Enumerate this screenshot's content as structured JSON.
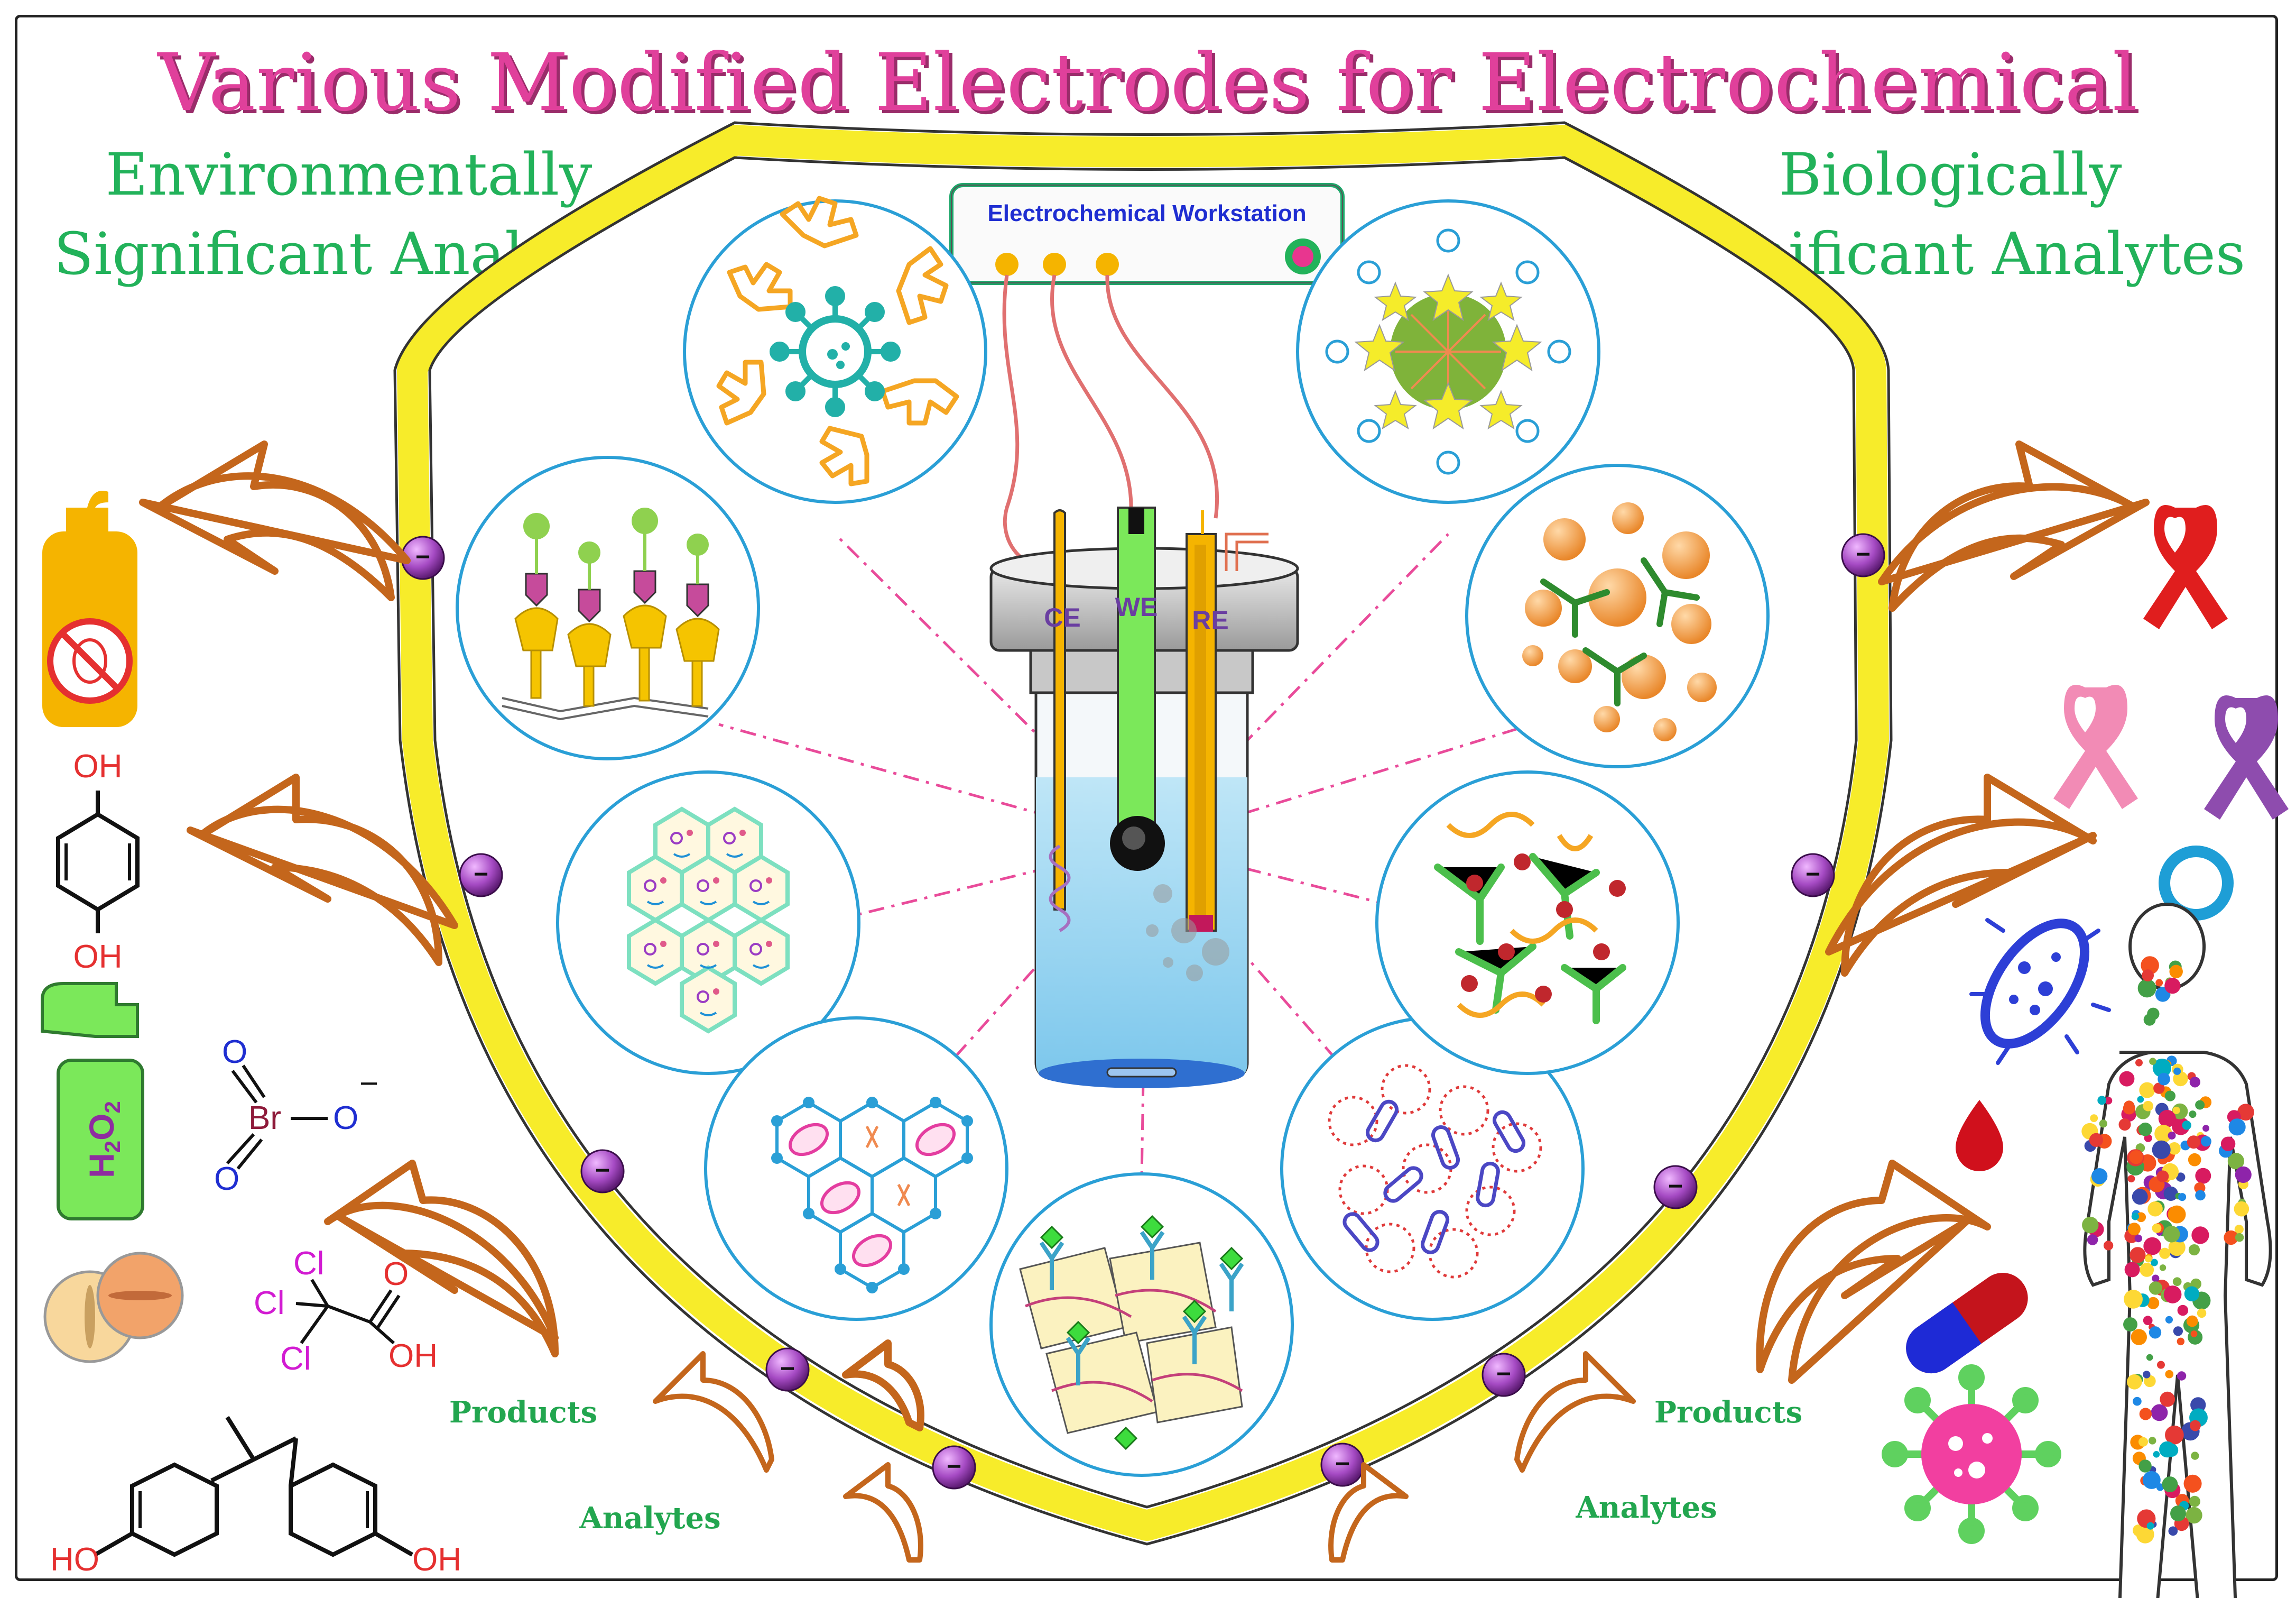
{
  "title": "Various Modified Electrodes for Electrochemical Biosensing",
  "left_heading": {
    "line1": "Environmentally",
    "line2": "Significant Analytes"
  },
  "right_heading": {
    "line1": "Biologically",
    "line2": "Significant Analytes"
  },
  "workstation": {
    "label": "Electrochemical Workstation"
  },
  "electrodes": {
    "ce": "CE",
    "we": "WE",
    "re": "RE"
  },
  "flow_labels": {
    "products_left": "Products",
    "analytes_left": "Analytes",
    "products_right": "Products",
    "analytes_right": "Analytes"
  },
  "chem_labels": {
    "oh": "OH",
    "h2o2": "H",
    "h2o2_sub1": "2",
    "h2o2_o": "O",
    "h2o2_sub2": "2",
    "bromate_o": "O",
    "bromate_br": "Br",
    "bromate_charge": "−",
    "tca_cl": "Cl",
    "tca_o": "O",
    "tca_oh": "OH",
    "bpa_ho": "HO",
    "bpa_oh": "OH"
  },
  "charge_symbol": "−",
  "colors": {
    "title": "#e0409b",
    "heading": "#22b25a",
    "shield_border": "#f7ec2a",
    "circle_border": "#2a9fd6",
    "arrow": "#c4661c",
    "charge_ball": "#a64bc4",
    "dashed_line": "#e94b9a"
  }
}
